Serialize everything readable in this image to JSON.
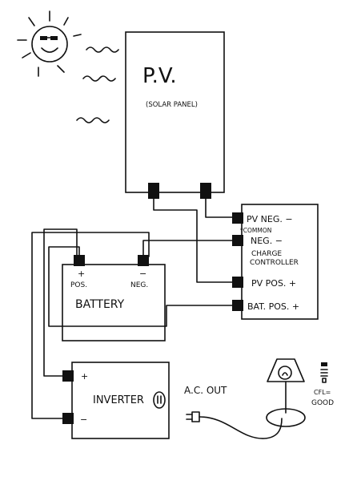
{
  "panel": {
    "title": "P.V.",
    "subtitle": "(SOLAR PANEL)"
  },
  "controller": {
    "pv_neg": "PV NEG. −",
    "common": "*COMMON",
    "neg": "NEG. −",
    "label_line1": "CHARGE",
    "label_line2": "CONTROLLER",
    "pv_pos": "PV POS. +",
    "bat_pos": "BAT. POS. +"
  },
  "battery": {
    "plus": "+",
    "minus": "−",
    "pos": "POS.",
    "neg": "NEG.",
    "label": "BATTERY"
  },
  "inverter": {
    "plus": "+",
    "minus": "−",
    "label": "INVERTER",
    "ac_out": "A.C. OUT"
  },
  "lamp": {
    "cfl_line1": "CFL=",
    "cfl_line2": "GOOD"
  }
}
